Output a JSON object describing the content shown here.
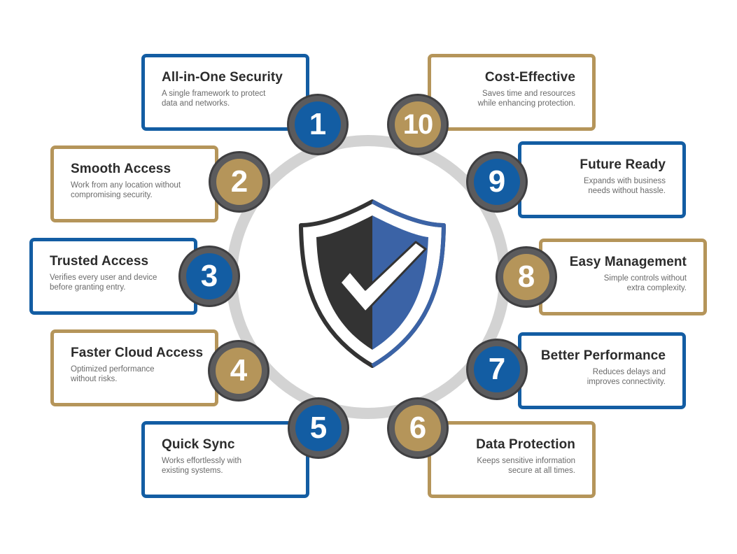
{
  "colors": {
    "blue": "#135da3",
    "gold": "#b5955a",
    "ring": "#d3d3d3",
    "badge_ring": "#5b5b5d",
    "shield_dark": "#333333",
    "shield_blue": "#3b63a6"
  },
  "center": {
    "icon": "shield-check-icon"
  },
  "features": [
    {
      "number": "1",
      "title": "All-in-One Security",
      "description": "A single framework to protect\ndata and networks.",
      "color": "blue"
    },
    {
      "number": "2",
      "title": "Smooth Access",
      "description": "Work from any location without\ncompromising security.",
      "color": "gold"
    },
    {
      "number": "3",
      "title": "Trusted Access",
      "description": "Verifies every user and device\nbefore granting entry.",
      "color": "blue"
    },
    {
      "number": "4",
      "title": "Faster Cloud Access",
      "description": "Optimized performance\nwithout risks.",
      "color": "gold"
    },
    {
      "number": "5",
      "title": "Quick Sync",
      "description": "Works effortlessly with\nexisting systems.",
      "color": "blue"
    },
    {
      "number": "6",
      "title": "Data Protection",
      "description": "Keeps sensitive information\nsecure at all times.",
      "color": "gold"
    },
    {
      "number": "7",
      "title": "Better Performance",
      "description": "Reduces delays and\nimproves connectivity.",
      "color": "blue"
    },
    {
      "number": "8",
      "title": "Easy Management",
      "description": "Simple controls without\nextra complexity.",
      "color": "gold"
    },
    {
      "number": "9",
      "title": "Future Ready",
      "description": "Expands with business\nneeds without hassle.",
      "color": "blue"
    },
    {
      "number": "10",
      "title": "Cost-Effective",
      "description": "Saves time and resources\nwhile enhancing protection.",
      "color": "gold"
    }
  ]
}
